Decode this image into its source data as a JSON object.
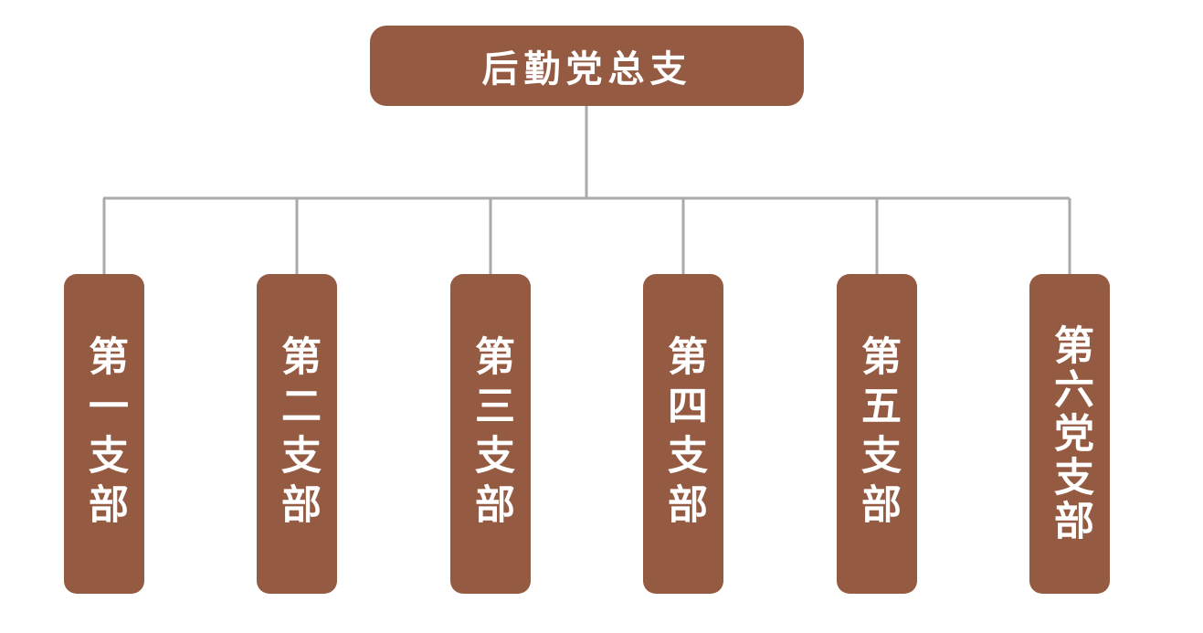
{
  "diagram": {
    "root": {
      "label": "后勤党总支"
    },
    "branches": [
      {
        "label": "第一支部"
      },
      {
        "label": "第二支部"
      },
      {
        "label": "第三支部"
      },
      {
        "label": "第四支部"
      },
      {
        "label": "第五支部"
      },
      {
        "label": "第六党支部"
      }
    ]
  },
  "colors": {
    "node_fill": "#955a42",
    "node_text": "#ffffff",
    "connector": "#aaaaaa",
    "background": "#ffffff"
  }
}
